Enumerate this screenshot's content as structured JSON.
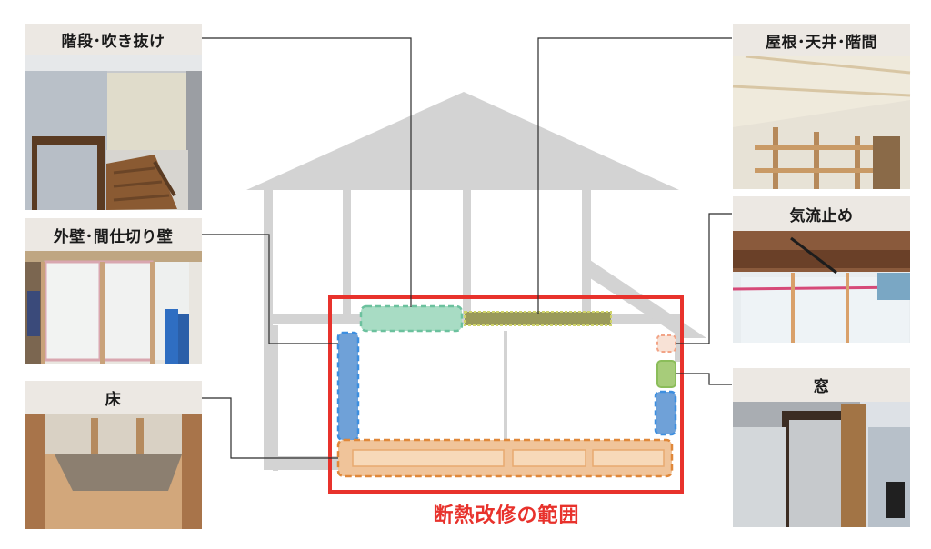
{
  "labels": {
    "stairs": "階段･吹き抜け",
    "exterior_wall": "外壁･間仕切り壁",
    "floor": "床",
    "roof": "屋根･天井･階間",
    "airflow": "気流止め",
    "window": "窓"
  },
  "caption": "断熱改修の範囲",
  "colors": {
    "house": "#d3d3d3",
    "range_frame": "#e8322c",
    "wall_insulation": "#6fa1d8",
    "ceiling_insulation": "#a8dcc4",
    "roof_insulation": "#9a9a5a",
    "floor_insulation": "#f0c49a",
    "airflow_stop": "#f5cfbf",
    "window_insulation": "#a7cc7a",
    "label_background": "#ece8e3",
    "caption_text": "#e8322c"
  }
}
